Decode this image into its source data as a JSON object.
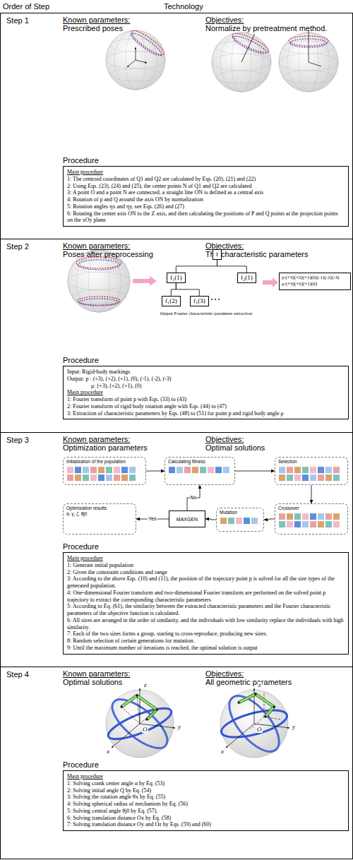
{
  "diagram": {
    "nodes": [
      {
        "text": [
          "Step 1",
          "Known parameters:",
          "Prescribed poses",
          "Objectives:",
          "Normalize by pretreatment method."
        ]
      },
      {
        "text": [
          "Procedure",
          "Main procedure",
          "1: The centroid coordinates of Q1 and Q2 are calculated by Eqs. (20), (21) and (22)",
          "2: Using Eqs. (23), (24) and (25), the center points N of Q1 and Q2 are calculated",
          "3: A point O and a point N are connected, a straight line ON is defined as a central axis",
          "4: Rotation of p and Q around the axis ON by normalization",
          "5: Rotation angles ηx and ηy, see Eqs. (26) and (27)",
          "6: Rotating the center axis ON to the Z axis, and then calculating the positions of P and Q points at the projection points on the xOy plane"
        ],
        "in": 0
      },
      {
        "text": [
          "Step 2",
          "Known parameters:",
          "Poses after preprocessing",
          "Objectives:",
          "The characteristic parameters"
        ]
      },
      {
        "text": [
          "f"
        ],
        "in": 2
      },
      {
        "text": [
          "f₁(1)"
        ],
        "in": 2
      },
      {
        "text": [
          "f₂(1)"
        ],
        "in": 2
      },
      {
        "text": [
          "f₁(2)"
        ],
        "in": 2
      },
      {
        "text": [
          "f₁(3)"
        ],
        "in": 2
      },
      {
        "text": [
          "p:(+3)(+2)(+1)(0)(-1)(-2)(-3)",
          "μ:(+3)(+2)(+1)(0)"
        ],
        "in": 2
      },
      {
        "text": [
          "Procedure",
          "Input: Rigid-body markings",
          "Output: p : (+3), (+2), (+1), (0), (-1), (-2), (-3)",
          "μ: (+3), (+2), (+1), (0)",
          "Main procedure",
          "1: Fourier transform of point p with Eqs. (33) to (43)",
          "2: Fourier transform of rigid body rotation angle with Eqs. (44) to (47)",
          "3: Extraction of characteristic parameters by Eqs. (48) to (51) for point p and rigid body angle μ"
        ],
        "in": 2
      },
      {
        "text": [
          "Step 3",
          "Known parameters:",
          "Optimization parameters",
          "Objectives:",
          "Optimal solutions"
        ]
      },
      {
        "text": [
          "Initialization of the population"
        ],
        "in": 10
      },
      {
        "text": [
          "Calculating fitness"
        ],
        "in": 10
      },
      {
        "text": [
          "Selection"
        ],
        "in": 10
      },
      {
        "text": [
          "Crossover"
        ],
        "in": 10
      },
      {
        "text": [
          "Mutation"
        ],
        "in": 10
      },
      {
        "text": [
          "MAXGEN"
        ],
        "in": 10
      },
      {
        "text": [
          "Optimization results",
          "α, γ, ζ, θj0"
        ],
        "in": 10
      },
      {
        "text": [
          "Procedure",
          "Main procedure",
          "1: Generate initial population",
          "2: Given the constraint conditions and range",
          "3: According to the above Eqs. (10) and (11), the position of the trajectory point p is solved for all the size types of the generated population.",
          "4: One-dimensional Fourier transform and two-dimensional Fourier transform are performed on the solved point p trajectory to extract the corresponding characteristic parameters",
          "5: According to Eq. (61), the similarity between the extracted characteristic parameters and the Fourier characteristic parameters of the objective function is calculated.",
          "6: All sizes are arranged in the order of similarity, and the individuals with low similarity replace the individuals with high similarity.",
          "7: Each of the two sizes forms a group, starting to cross-reproduce, producing new sizes.",
          "8: Random selection of certain generations for mutation.",
          "9: Until the maximum number of iterations is reached, the optimal solution is output"
        ],
        "in": 10
      },
      {
        "text": [
          "Step 4",
          "Known parameters:",
          "Optimal solutions",
          "Objectives:",
          "All geometric parameters"
        ]
      },
      {
        "text": [
          "Procedure",
          "Main procedure",
          "1: Solving crank center angle α by Eq. (53)",
          "2: Solving initial angle Q by Eq. (54)",
          "3: Solving the rotation angle θx by Eq. (55)",
          "4: Solving spherical radius of mechanism by Eq. (56)",
          "5: Solving central angle θj0 by Eq. (57).",
          "6: Solving translation distance Ox by Eq. (58)",
          "7: Solving translation distance Oy and Oz by Eqs. (59) and (60)"
        ],
        "in": 19
      }
    ],
    "edges": [
      {
        "from": 3,
        "to": 4,
        "arrow": "none"
      },
      {
        "from": 3,
        "to": 5,
        "arrow": "none"
      },
      {
        "from": 4,
        "to": 6,
        "arrow": "none"
      },
      {
        "from": 4,
        "to": 7,
        "arrow": "none"
      },
      {
        "from": 11,
        "to": 12,
        "arrow": "to"
      },
      {
        "from": 12,
        "to": 13,
        "arrow": "to"
      },
      {
        "from": 13,
        "to": 14,
        "arrow": "to"
      },
      {
        "from": 14,
        "to": 15,
        "arrow": "to"
      },
      {
        "from": 15,
        "to": 16,
        "arrow": "to"
      },
      {
        "from": 16,
        "to": 12,
        "label": "No",
        "arrow": "to"
      },
      {
        "from": 16,
        "to": 17,
        "label": "Yes",
        "arrow": "to"
      }
    ],
    "labels": [
      "Order of Step",
      "Technology",
      "Output Fourier characteristic parameter extraction",
      "z",
      "O",
      "x",
      "y",
      "z",
      "O",
      "x",
      "y"
    ]
  }
}
